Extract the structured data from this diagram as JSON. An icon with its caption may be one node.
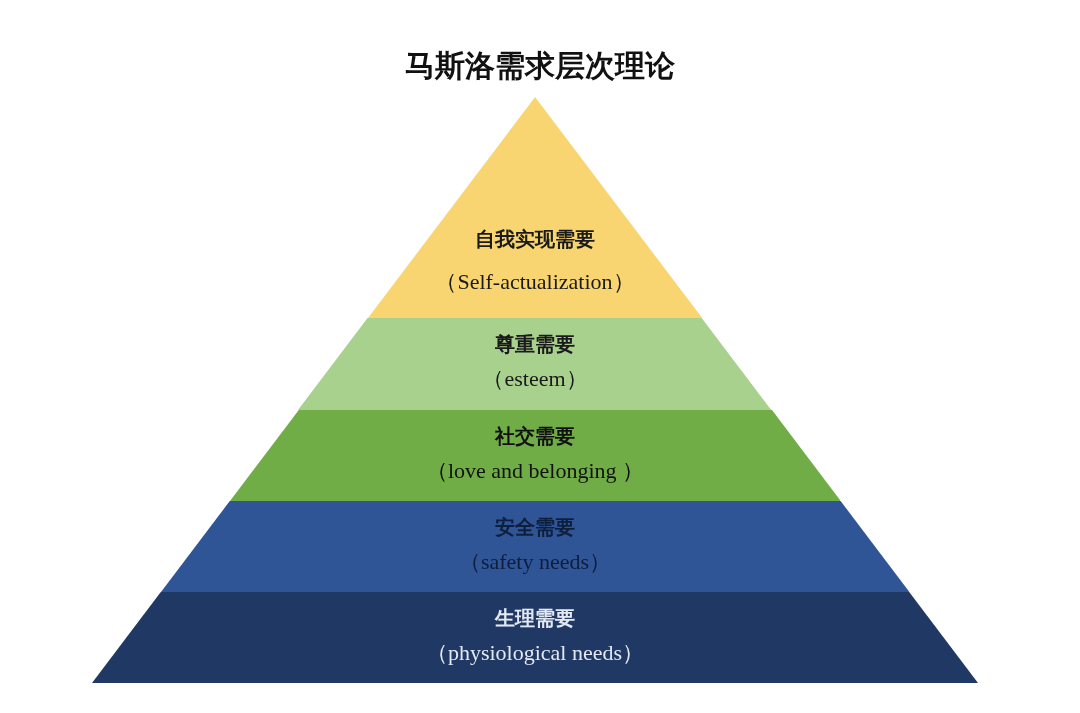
{
  "diagram": {
    "title": "马斯洛需求层次理论",
    "nodes": [
      {
        "text": [
          "自我实现需要",
          "（Self-actualization）"
        ]
      },
      {
        "text": [
          "尊重需要",
          "（esteem）"
        ]
      },
      {
        "text": [
          "社交需要",
          "（love and belonging ）"
        ]
      },
      {
        "text": [
          "安全需要",
          "（safety needs）"
        ]
      },
      {
        "text": [
          "生理需要",
          "（physiological needs）"
        ]
      }
    ]
  }
}
